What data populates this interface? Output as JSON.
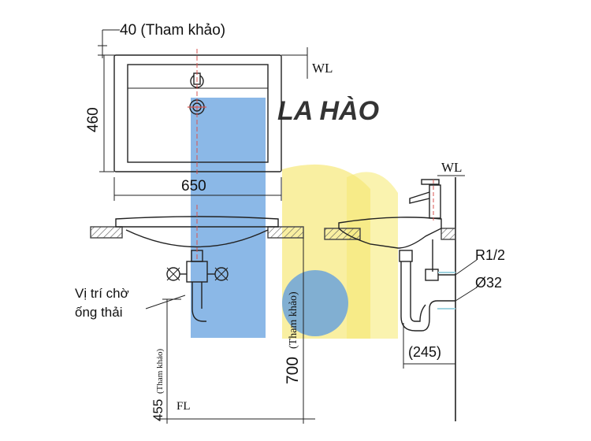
{
  "watermark": {
    "text": "LA HÀO",
    "colors": {
      "blue": "#4a90d9",
      "yellow": "#f5e663",
      "text": "#3a7fd5"
    }
  },
  "colors": {
    "line": "#222222",
    "centerline": "#d9534f",
    "pipe": "#9fd3e0",
    "wall": "#666666"
  },
  "top_view": {
    "dim_top": "40 (Tham khảo)",
    "dim_height": "460",
    "dim_width": "650",
    "wl": "WL"
  },
  "front_view": {
    "drain_label_line1": "Vị trí chờ",
    "drain_label_line2": "ống thải",
    "dim_455": "455",
    "dim_455_ref": "(Tham khảo)",
    "fl": "FL",
    "dim_700": "700",
    "dim_700_ref": "(Tham khảo)"
  },
  "side_view": {
    "wl": "WL",
    "r12": "R1/2",
    "d32": "Ø32",
    "dim_245": "(245)"
  }
}
